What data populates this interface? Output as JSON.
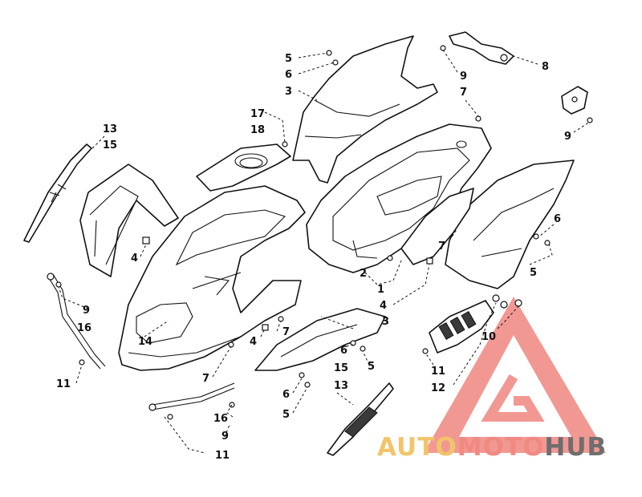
{
  "diagram": {
    "callouts": [
      "1",
      "2",
      "3",
      "4",
      "5",
      "6",
      "7",
      "8",
      "9",
      "10",
      "11",
      "12",
      "13",
      "14",
      "15",
      "16",
      "17",
      "18"
    ]
  },
  "watermark": {
    "part1": "AUTO",
    "part2": "MOTO",
    "part3": "HUB",
    "colors": {
      "part1": "#f2c46a",
      "part2": "#f08a80",
      "part3": "#6e6e6e",
      "triangle": "#e8453c"
    }
  }
}
